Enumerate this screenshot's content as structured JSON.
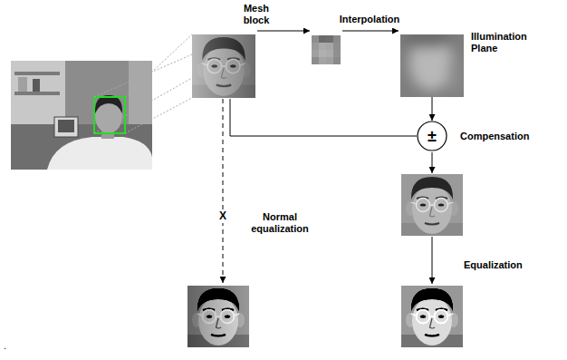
{
  "diagram": {
    "nodes": [
      {
        "text": [
          "Illumination Plane"
        ]
      },
      {
        "text": [
          "±",
          "Compensation"
        ]
      }
    ],
    "edges": [
      {
        "from": 0,
        "to": 1,
        "arrow": "to"
      }
    ],
    "labels": [
      "Mesh block",
      "Interpolation",
      "Normal equalization",
      "X",
      "Equalization",
      "."
    ]
  }
}
